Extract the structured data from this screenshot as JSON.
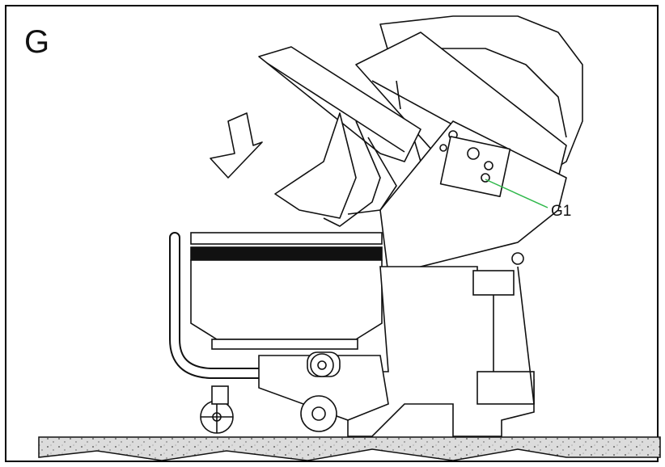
{
  "figure": {
    "label": "G",
    "callouts": [
      {
        "id": "G1",
        "label": "G1",
        "leader_color": "#2fb84a"
      }
    ]
  },
  "colors": {
    "line": "#111111",
    "floor_fill": "#d8d8d8",
    "callout_leader": "#2fb84a"
  },
  "icons": {
    "direction_arrow": "down-left-arrow-icon"
  }
}
